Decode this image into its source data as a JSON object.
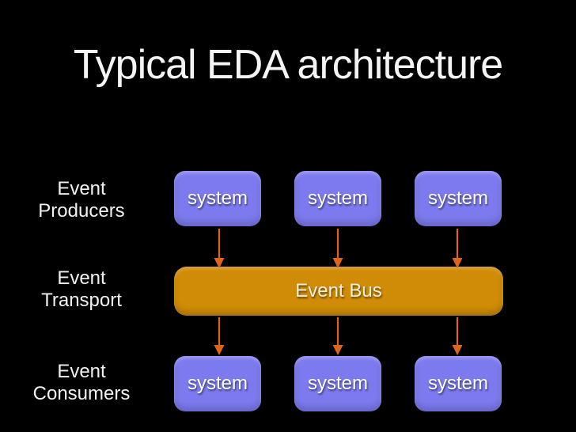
{
  "slide": {
    "title": "Typical EDA architecture"
  },
  "diagram": {
    "rows": [
      {
        "id": "producers",
        "label": [
          "Event",
          "Producers"
        ],
        "systems": [
          "system",
          "system",
          "system"
        ]
      },
      {
        "id": "transport",
        "label": [
          "Event",
          "Transport"
        ],
        "bus": "Event Bus"
      },
      {
        "id": "consumers",
        "label": [
          "Event",
          "Consumers"
        ],
        "systems": [
          "system",
          "system",
          "system"
        ]
      }
    ]
  },
  "colors": {
    "background": "#000000",
    "title_text": "#f4f4f4",
    "label_text": "#f1f1f1",
    "system_box": "#7c7aee",
    "system_text": "#ffffff",
    "event_bus": "#d08c06",
    "bus_text": "#f7f0dc",
    "arrow": "#dd641c"
  }
}
